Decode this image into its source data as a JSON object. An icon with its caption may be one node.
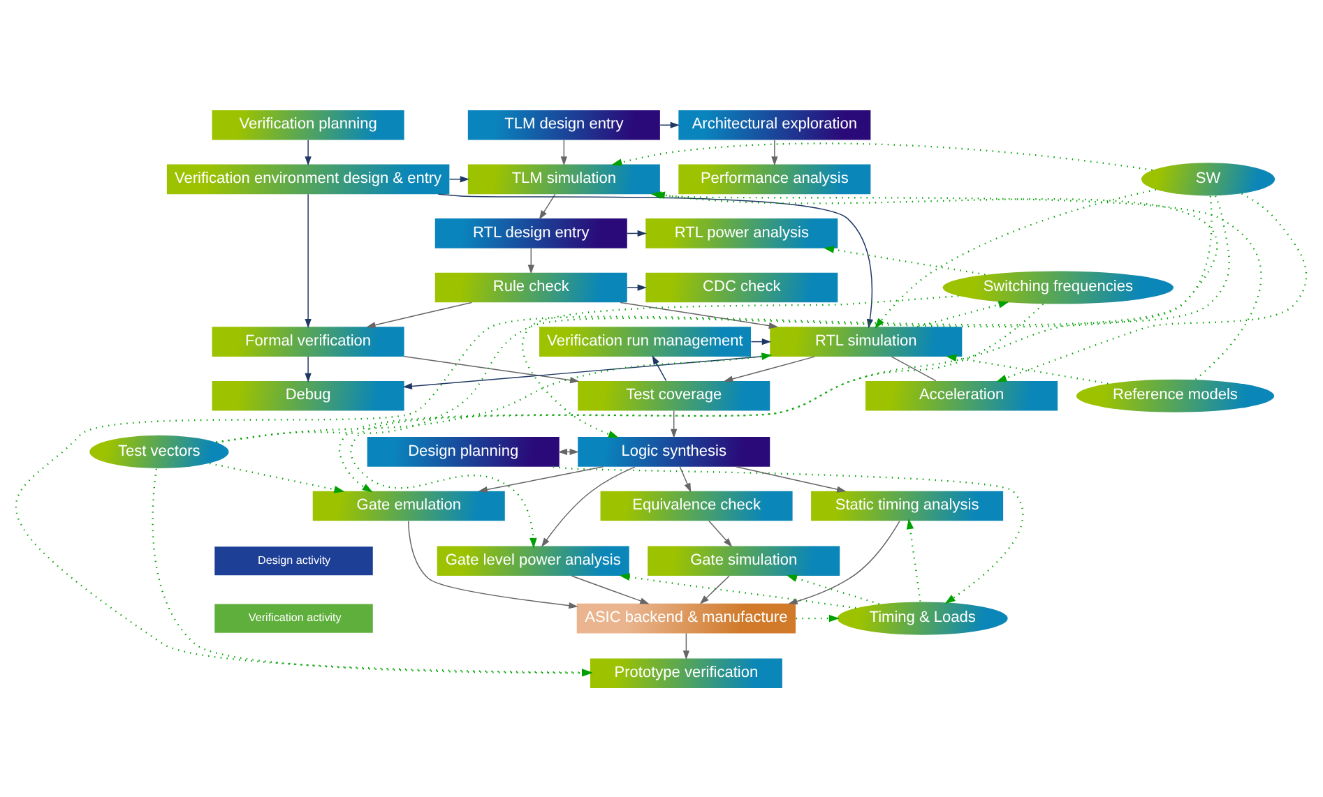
{
  "diagram": {
    "nodes": [
      {
        "text": [
          "Architectural exploration"
        ]
      },
      {
        "text": [
          "TLM design entry"
        ]
      },
      {
        "text": [
          "Verification planning"
        ]
      },
      {
        "text": [
          "Performance analysis"
        ]
      },
      {
        "text": [
          "TLM simulation"
        ]
      },
      {
        "text": [
          "Verification environment design & entry"
        ]
      },
      {
        "text": [
          "SW"
        ]
      },
      {
        "text": [
          "RTL power analysis"
        ]
      },
      {
        "text": [
          "RTL design entry"
        ]
      },
      {
        "text": [
          "CDC check"
        ]
      },
      {
        "text": [
          "Rule check"
        ]
      },
      {
        "text": [
          "Switching frequencies"
        ]
      },
      {
        "text": [
          "Formal verification"
        ]
      },
      {
        "text": [
          "RTL simulation"
        ]
      },
      {
        "text": [
          "Verification run management"
        ]
      },
      {
        "text": [
          "Debug"
        ]
      },
      {
        "text": [
          "Test coverage"
        ]
      },
      {
        "text": [
          "Acceleration"
        ]
      },
      {
        "text": [
          "Reference models"
        ]
      },
      {
        "text": [
          "Design planning"
        ]
      },
      {
        "text": [
          "Logic synthesis"
        ]
      },
      {
        "text": [
          "Test vectors"
        ]
      },
      {
        "text": [
          "Static timing analysis"
        ]
      },
      {
        "text": [
          "Equivalence check"
        ]
      },
      {
        "text": [
          "Gate emulation"
        ]
      },
      {
        "text": [
          "Gate level power analysis"
        ]
      },
      {
        "text": [
          "Gate simulation"
        ]
      },
      {
        "text": [
          "Timing & Loads"
        ]
      },
      {
        "text": [
          "ASIC backend & manufacture"
        ]
      },
      {
        "text": [
          "Prototype verification"
        ]
      }
    ],
    "edges": [
      {
        "from": 1,
        "to": 0,
        "arrow": "to",
        "color": "#1f3864"
      },
      {
        "from": 0,
        "to": 3,
        "arrow": "to"
      },
      {
        "from": 1,
        "to": 4,
        "arrow": "to"
      },
      {
        "from": 2,
        "to": 5,
        "arrow": "to",
        "color": "#1f3864"
      },
      {
        "from": 5,
        "to": 4,
        "arrow": "to",
        "color": "#1f3864"
      },
      {
        "from": 6,
        "to": 4,
        "arrow": "to",
        "style": "dashed",
        "color": "#00a000"
      },
      {
        "from": 21,
        "to": 4,
        "arrow": "to",
        "style": "dashed",
        "color": "#00a000"
      },
      {
        "from": 18,
        "to": 4,
        "arrow": "to",
        "style": "dashed",
        "color": "#00a000"
      },
      {
        "from": 4,
        "to": 8,
        "arrow": "to"
      },
      {
        "from": 8,
        "to": 7,
        "arrow": "to",
        "color": "#1f3864"
      },
      {
        "from": 8,
        "to": 10,
        "arrow": "to"
      },
      {
        "from": 10,
        "to": 9,
        "arrow": "to",
        "color": "#1f3864"
      },
      {
        "from": 11,
        "to": 7,
        "arrow": "to",
        "style": "dashed",
        "color": "#00a000"
      },
      {
        "from": 5,
        "to": 12,
        "arrow": "to",
        "color": "#1f3864"
      },
      {
        "from": 5,
        "to": 13,
        "arrow": "to",
        "color": "#1f3864"
      },
      {
        "from": 10,
        "to": 12,
        "arrow": "to"
      },
      {
        "from": 10,
        "to": 13,
        "arrow": "to"
      },
      {
        "from": 21,
        "to": 13,
        "arrow": "to",
        "style": "dashed",
        "color": "#00a000"
      },
      {
        "from": 18,
        "to": 13,
        "arrow": "to",
        "style": "dashed",
        "color": "#00a000"
      },
      {
        "from": 6,
        "to": 13,
        "arrow": "to",
        "style": "dashed",
        "color": "#00a000"
      },
      {
        "from": 13,
        "to": 11,
        "arrow": "to",
        "style": "dashed",
        "color": "#00a000"
      },
      {
        "from": 14,
        "to": 13,
        "arrow": "to",
        "color": "#1f3864"
      },
      {
        "from": 12,
        "to": 15,
        "arrow": "to",
        "color": "#1f3864"
      },
      {
        "from": 13,
        "to": 15,
        "arrow": "to",
        "color": "#1f3864"
      },
      {
        "from": 12,
        "to": 16,
        "arrow": "to"
      },
      {
        "from": 13,
        "to": 16,
        "arrow": "to"
      },
      {
        "from": 16,
        "to": 14,
        "arrow": "to",
        "color": "#1f3864"
      },
      {
        "from": 13,
        "to": 17,
        "arrow": "none"
      },
      {
        "from": 6,
        "to": 17,
        "arrow": "to",
        "style": "dashed",
        "color": "#00a000"
      },
      {
        "from": 16,
        "to": 20,
        "arrow": "to"
      },
      {
        "from": 11,
        "to": 20,
        "arrow": "to",
        "style": "dashed",
        "color": "#00a000"
      },
      {
        "from": 19,
        "to": 20,
        "arrow": "both"
      },
      {
        "from": 19,
        "to": 27,
        "arrow": "to",
        "style": "dashed",
        "color": "#00a000"
      },
      {
        "from": 20,
        "to": 22,
        "arrow": "to"
      },
      {
        "from": 20,
        "to": 23,
        "arrow": "to"
      },
      {
        "from": 20,
        "to": 24,
        "arrow": "to"
      },
      {
        "from": 20,
        "to": 25,
        "arrow": "to"
      },
      {
        "from": 6,
        "to": 24,
        "arrow": "to",
        "style": "dashed",
        "color": "#00a000"
      },
      {
        "from": 21,
        "to": 24,
        "arrow": "to",
        "style": "dashed",
        "color": "#00a000"
      },
      {
        "from": 11,
        "to": 25,
        "arrow": "to",
        "style": "dashed",
        "color": "#00a000"
      },
      {
        "from": 23,
        "to": 26,
        "arrow": "to"
      },
      {
        "from": 27,
        "to": 22,
        "arrow": "to",
        "style": "dashed",
        "color": "#00a000"
      },
      {
        "from": 27,
        "to": 25,
        "arrow": "to",
        "style": "dashed",
        "color": "#00a000"
      },
      {
        "from": 27,
        "to": 26,
        "arrow": "to",
        "style": "dashed",
        "color": "#00a000"
      },
      {
        "from": 22,
        "to": 28,
        "arrow": "to"
      },
      {
        "from": 25,
        "to": 28,
        "arrow": "to"
      },
      {
        "from": 24,
        "to": 28,
        "arrow": "to"
      },
      {
        "from": 26,
        "to": 28,
        "arrow": "to"
      },
      {
        "from": 28,
        "to": 27,
        "arrow": "to",
        "style": "dashed",
        "color": "#00a000"
      },
      {
        "from": 28,
        "to": 29,
        "arrow": "to"
      },
      {
        "from": 6,
        "to": 29,
        "arrow": "to",
        "style": "dashed",
        "color": "#00a000"
      },
      {
        "from": 21,
        "to": 29,
        "arrow": "to",
        "style": "dashed",
        "color": "#00a000"
      }
    ],
    "legend": [
      {
        "text": "Design activity",
        "color": "#1e3f96"
      },
      {
        "text": "Verification activity",
        "color": "#5faf3c"
      }
    ]
  }
}
